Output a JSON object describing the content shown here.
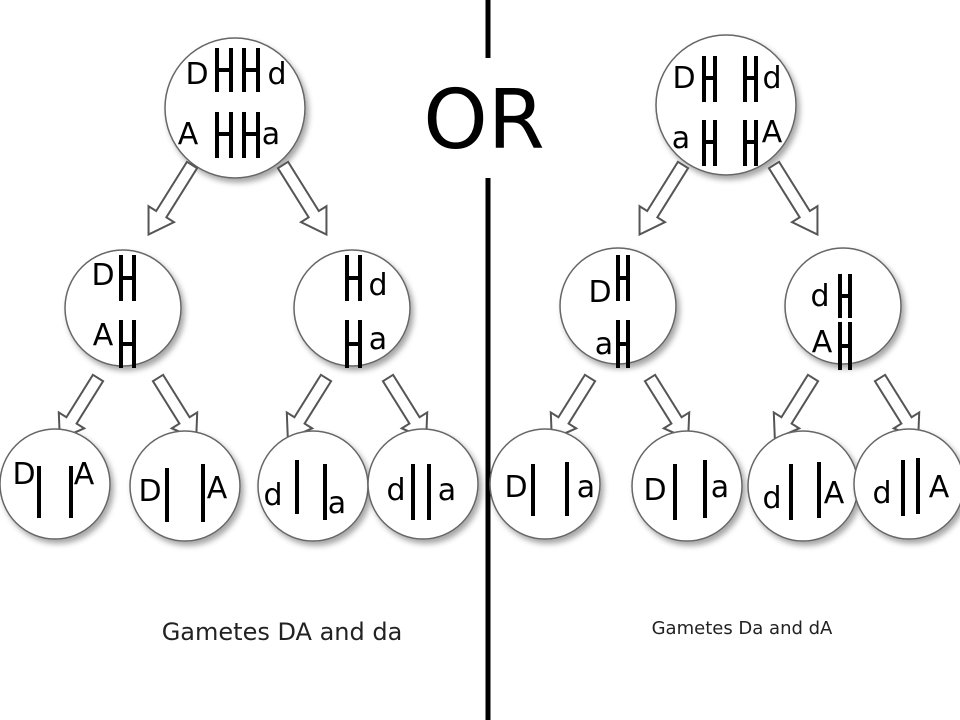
{
  "title": "OR",
  "left": {
    "caption": "Gametes DA and da",
    "parent": {
      "top_left": "D",
      "top_right": "d",
      "bottom_left": "A",
      "bottom_right": "a"
    },
    "daughter_1": {
      "top": "D",
      "bottom": "A"
    },
    "daughter_2": {
      "top": "d",
      "bottom": "a"
    },
    "gametes": [
      {
        "left": "D",
        "right": "A"
      },
      {
        "left": "D",
        "right": "A"
      },
      {
        "left": "d",
        "right": "a"
      },
      {
        "left": "d",
        "right": "a"
      }
    ]
  },
  "right": {
    "caption": "Gametes Da and dA",
    "parent": {
      "top_left": "D",
      "top_right": "d",
      "bottom_left": "a",
      "bottom_right": "A"
    },
    "daughter_1": {
      "top": "D",
      "bottom": "a"
    },
    "daughter_2": {
      "top": "d",
      "bottom": "A"
    },
    "gametes": [
      {
        "left": "D",
        "right": "a"
      },
      {
        "left": "D",
        "right": "a"
      },
      {
        "left": "d",
        "right": "A"
      },
      {
        "left": "d",
        "right": "A"
      }
    ]
  }
}
